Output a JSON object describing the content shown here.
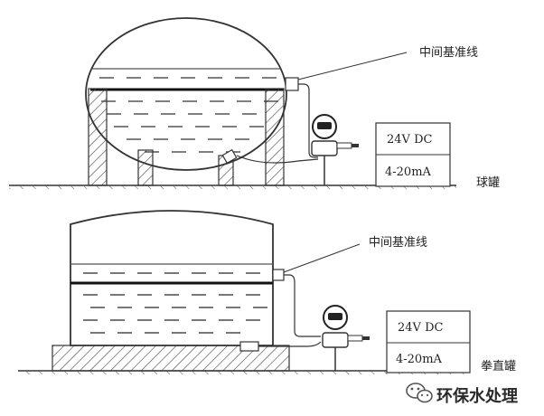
{
  "top_diagram": {
    "interface_label": "中间基准线",
    "power_label": "24V DC",
    "signal_label": "4-20mA",
    "tank_label": "球罐"
  },
  "bottom_diagram": {
    "interface_label": "中间基准线",
    "power_label": "24V DC",
    "signal_label": "4-20mA",
    "tank_label": "拳直罐"
  },
  "watermark": {
    "text": "环保水处理",
    "icon": "wechat-icon"
  }
}
